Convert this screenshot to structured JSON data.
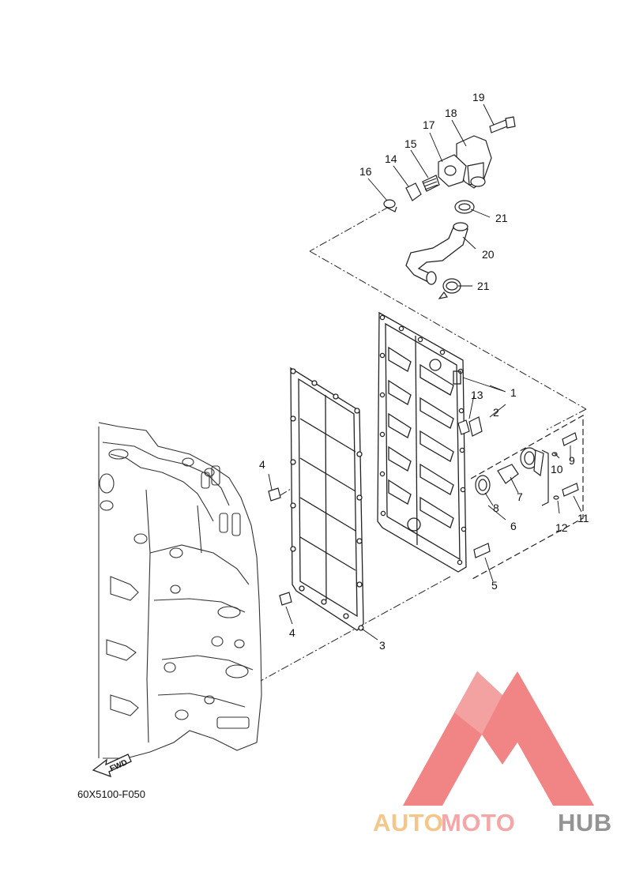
{
  "diagram": {
    "callouts": {
      "c1": "1",
      "c2": "2",
      "c3": "3",
      "c4a": "4",
      "c4b": "4",
      "c5": "5",
      "c6": "6",
      "c7": "7",
      "c8": "8",
      "c9": "9",
      "c10": "10",
      "c11": "11",
      "c12": "12",
      "c13": "13",
      "c14": "14",
      "c15": "15",
      "c16": "16",
      "c17": "17",
      "c18": "18",
      "c19": "19",
      "c20": "20",
      "c21a": "21",
      "c21b": "21"
    },
    "fwd_label": "FWD",
    "reference_code": "60X5100-F050"
  },
  "watermark": {
    "brand_part1": "AUTO",
    "brand_part2": "MOTO",
    "brand_part3": "HUB",
    "colors": {
      "auto": "#f5c27f",
      "moto": "#f5a0a0",
      "hub": "#8c8c8c",
      "triangle": "#f07b7b"
    }
  }
}
